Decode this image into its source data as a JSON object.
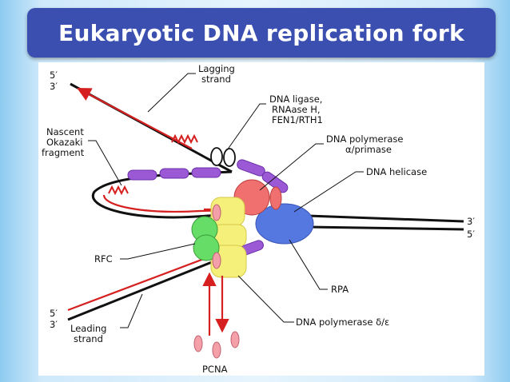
{
  "title": "Eukaryotic DNA replication fork",
  "labels": {
    "top_5p": "5′",
    "top_3p": "3′",
    "lagging_1": "Lagging",
    "lagging_2": "strand",
    "ligase_1": "DNA ligase,",
    "ligase_2": "RNAase H,",
    "ligase_3": "FEN1/RTH1",
    "polalpha_1": "DNA polymerase",
    "polalpha_2": "α/primase",
    "okazaki_1": "Nascent",
    "okazaki_2": "Okazaki",
    "okazaki_3": "fragment",
    "helicase": "DNA helicase",
    "right_3p": "3′",
    "right_5p": "5′",
    "rfc": "RFC",
    "rpa": "RPA",
    "bottom_5p": "5′",
    "bottom_3p": "3′",
    "leading_1": "Leading",
    "leading_2": "strand",
    "poldelta": "DNA polymerase δ/ε",
    "pcna": "PCNA"
  },
  "colors": {
    "title_bg": "#3b4fb0",
    "new_strand": "#d62020",
    "template": "#111111",
    "rpa": "#9b59d6",
    "pol_alpha": "#f07070",
    "helicase": "#5577e0",
    "rfc": "#66dd66",
    "pol_delta": "#f5f07a",
    "pcna": "#f4a0a8"
  }
}
